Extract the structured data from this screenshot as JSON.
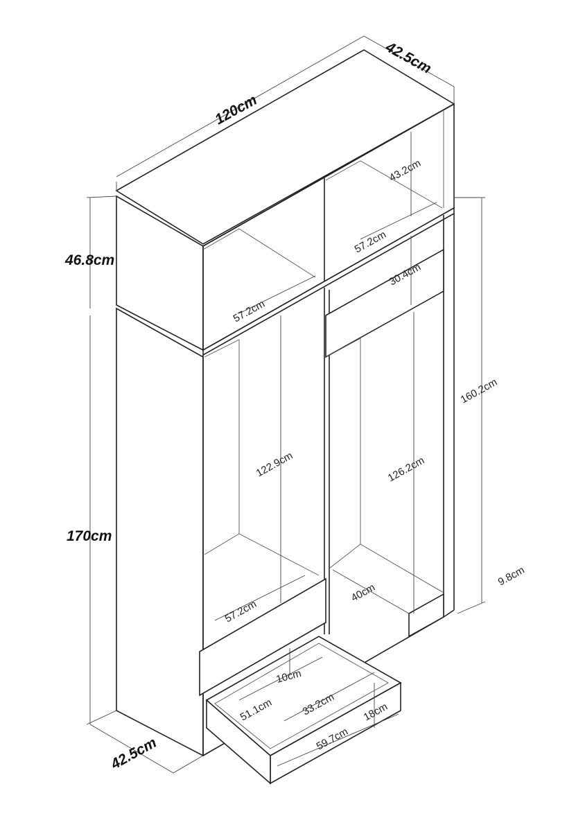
{
  "title": "Wardrobe dimensions diagram",
  "outer": {
    "width": "120cm",
    "depth_top": "42.5cm",
    "hutch_height": "46.8cm",
    "body_height": "170cm",
    "depth_bottom": "42.5cm"
  },
  "inner": {
    "hutch_right_height": "43.2cm",
    "hutch_right_width": "57.2cm",
    "hutch_left_width": "57.2cm",
    "top_shelf_gap": "30.4cm",
    "right_section_height": "160.2cm",
    "left_hanging_height": "122.9cm",
    "right_hanging_height": "126.2cm",
    "plinth_height": "9.8cm",
    "left_bottom_width": "57.2cm",
    "right_bottom_depth": "40cm",
    "drawer_gap": "10cm",
    "drawer_inner_width": "51.1cm",
    "drawer_inner_depth": "33.2cm",
    "drawer_height": "18cm",
    "drawer_front_width": "59.7cm"
  }
}
